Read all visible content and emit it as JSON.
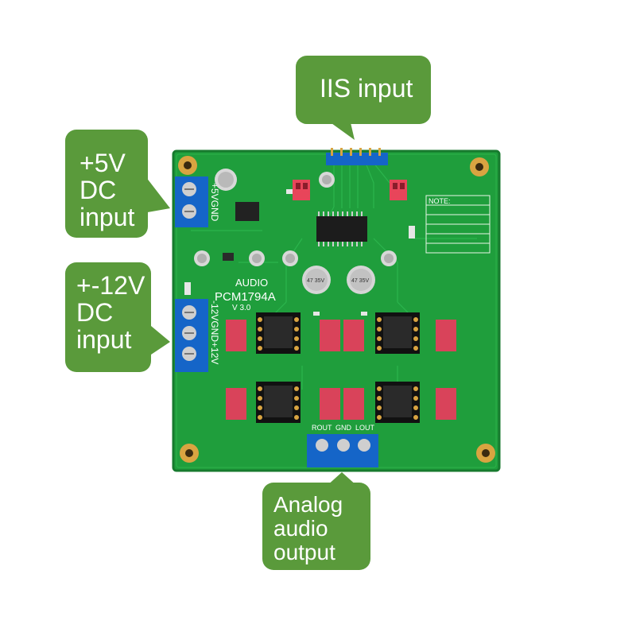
{
  "callouts": {
    "iis": "IIS input",
    "dc5v_line1": "+5V",
    "dc5v_line2": "DC",
    "dc5v_line3": "input",
    "dc12v_line1": "+-12V",
    "dc12v_line2": "DC",
    "dc12v_line3": "input",
    "analog_line1": "Analog",
    "analog_line2": "audio",
    "analog_line3": "output"
  },
  "board": {
    "title_line1": "AUDIO",
    "title_line2": "PCM1794A",
    "version": "V 3.0",
    "label_5v": "+5VGND",
    "label_12v": "-12VGND+12V",
    "label_rout": "ROUT",
    "label_gnd": "GND",
    "label_lout": "LOUT",
    "note_title": "NOTE:",
    "cap1_text": "47 35V",
    "cap2_text": "47 35V"
  },
  "colors": {
    "callout_green": "#5a9a3b",
    "pcb_green": "#1f9e3c",
    "terminal_blue": "#1565c8",
    "gold": "#d9a441",
    "red_cap": "#d9435a"
  }
}
